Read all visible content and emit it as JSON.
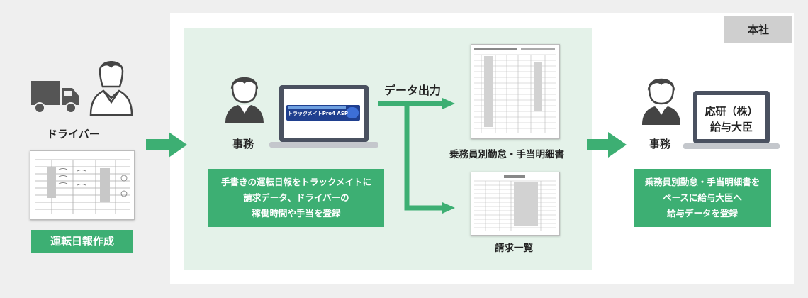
{
  "headquarters": {
    "tag": "本社"
  },
  "driver": {
    "label": "ドライバー",
    "action": "運転日報作成"
  },
  "office_left": {
    "label": "事務",
    "description": [
      "手書きの運転日報をトラックメイトに",
      "請求データ、ドライバーの",
      "稼働時間や手当を登録"
    ],
    "software_logo": "トラックメイトPro4 ASP"
  },
  "output": {
    "label": "データ出力",
    "attendance_doc": "乗務員別勤怠・手当明細書",
    "invoice_doc": "請求一覧"
  },
  "office_right": {
    "label": "事務",
    "screen_lines": [
      "応研（株）",
      "給与大臣"
    ],
    "description": [
      "乗務員別勤怠・手当明細書を",
      "ベースに給与大臣へ",
      "給与データを登録"
    ]
  },
  "colors": {
    "accent_green": "#3daf73",
    "area_green": "#e4f2e9",
    "icon_dark": "#555555",
    "laptop_frame": "#4a5160"
  }
}
